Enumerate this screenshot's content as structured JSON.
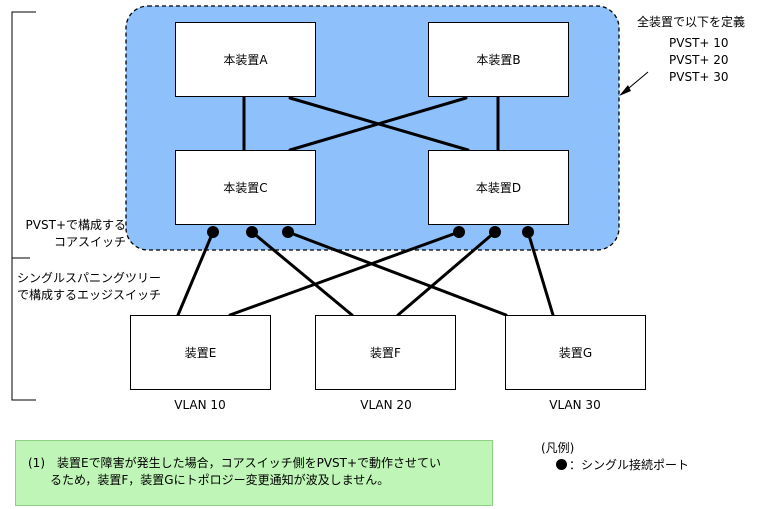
{
  "devices": {
    "a": "本装置A",
    "b": "本装置B",
    "c": "本装置C",
    "d": "本装置D",
    "e": "装置E",
    "f": "装置F",
    "g": "装置G"
  },
  "vlan_labels": [
    "VLAN 10",
    "VLAN 20",
    "VLAN 30"
  ],
  "definition": {
    "title": "全装置で以下を定義",
    "items": [
      "PVST+ 10",
      "PVST+ 20",
      "PVST+ 30"
    ]
  },
  "left_labels": {
    "core_line1": "PVST+で構成する",
    "core_line2": "コアスイッチ",
    "edge_line1": "シングルスパニングツリー",
    "edge_line2": "で構成するエッジスイッチ"
  },
  "note": {
    "line1": "(1)　装置Eで障害が発生した場合，コアスイッチ側をPVST+で動作させてい",
    "line2": "るため，装置F，装置Gにトポロジー変更通知が波及しません。"
  },
  "legend": {
    "title": "(凡例)",
    "item": "：シングル接続ポート"
  },
  "colors": {
    "core_region": "#8ec1fb",
    "note_background": "#bff5b6",
    "line": "#000000"
  }
}
